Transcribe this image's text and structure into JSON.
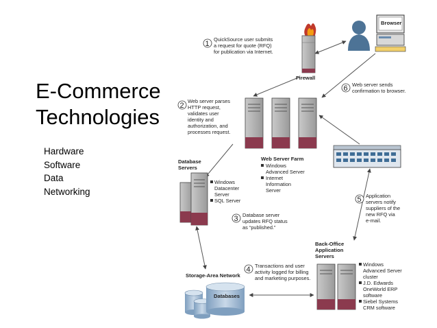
{
  "slide": {
    "title_line1": "E-Commerce",
    "title_line2": "Technologies",
    "bullets": [
      "Hardware",
      "Software",
      "Data",
      "Networking"
    ]
  },
  "diagram": {
    "browser_label": "Browser",
    "firewall_label": "Firewall",
    "web_farm_label": "Web Server Farm",
    "web_farm_os": [
      "Windows",
      "Advanced Server"
    ],
    "web_farm_iis": [
      "Internet",
      "Information",
      "Server"
    ],
    "db_label": [
      "Database",
      "Servers"
    ],
    "db_specs": [
      "Windows",
      "Datacenter",
      "Server"
    ],
    "db_sql": "SQL Server",
    "storage_label": "Storage-Area Network",
    "databases_label": "Databases",
    "backoffice_label": [
      "Back-Office",
      "Application",
      "Servers"
    ],
    "backoffice_specs": [
      [
        "Windows",
        "Advanced Server",
        "cluster"
      ],
      [
        "J.D. Edwards",
        "OneWorld ERP",
        "software"
      ],
      [
        "Siebel Systems",
        "CRM software"
      ]
    ],
    "steps": [
      {
        "num": "1",
        "lines": [
          "QuickSource user submits",
          "a request for quote (RFQ)",
          "for publication via Internet."
        ]
      },
      {
        "num": "2",
        "lines": [
          "Web server parses",
          "HTTP request,",
          "validates user",
          "identity and",
          "authorization, and",
          "processes request."
        ]
      },
      {
        "num": "3",
        "lines": [
          "Database server",
          "updates RFQ status",
          "as “published.”"
        ]
      },
      {
        "num": "4",
        "lines": [
          "Transactions and user",
          "activity logged for billing",
          "and marketing purposes."
        ]
      },
      {
        "num": "5",
        "lines": [
          "Application",
          "servers notify",
          "suppliers of the",
          "new RFQ via",
          "e-mail."
        ]
      },
      {
        "num": "6",
        "lines": [
          "Web server sends",
          "confirmation to browser."
        ]
      }
    ]
  }
}
